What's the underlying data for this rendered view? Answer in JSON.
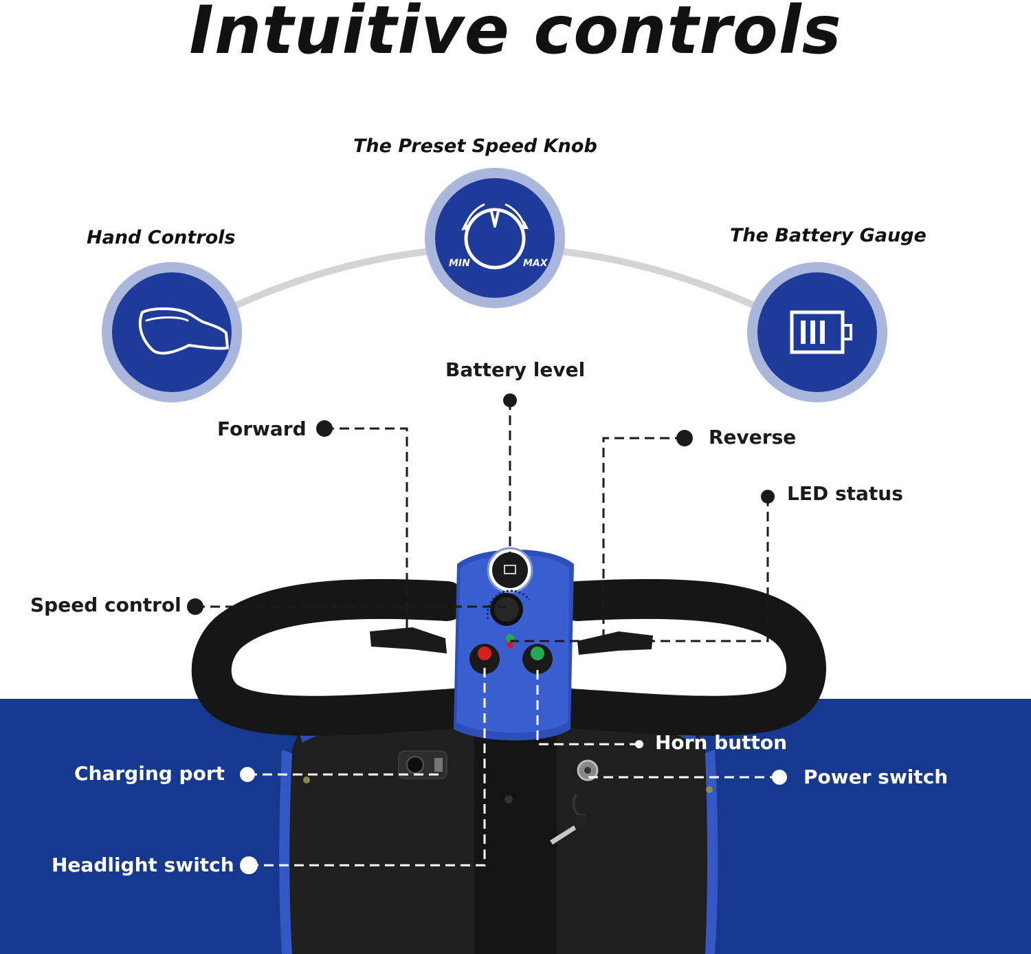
{
  "page": {
    "title": "Intuitive controls"
  },
  "features": {
    "hand_controls": "Hand Controls",
    "speed_knob": "The Preset Speed Knob",
    "battery_gauge": "The Battery Gauge",
    "knob_min": "MIN",
    "knob_max": "MAX"
  },
  "callouts": {
    "battery_level": "Battery level",
    "forward": "Forward",
    "reverse": "Reverse",
    "led_status": "LED status",
    "speed_control": "Speed control",
    "horn_button": "Horn button",
    "charging_port": "Charging port",
    "power_switch": "Power switch",
    "headlight_switch": "Headlight switch"
  },
  "colors": {
    "brand_blue": "#1e3a9a",
    "ring_blue": "#aab6dc",
    "band_blue": "#17388f",
    "text_dark": "#111111",
    "text_light": "#ffffff"
  },
  "icons": {
    "hand_controls": "hand-control-icon",
    "speed_knob": "speed-knob-icon",
    "battery_gauge": "battery-icon"
  }
}
